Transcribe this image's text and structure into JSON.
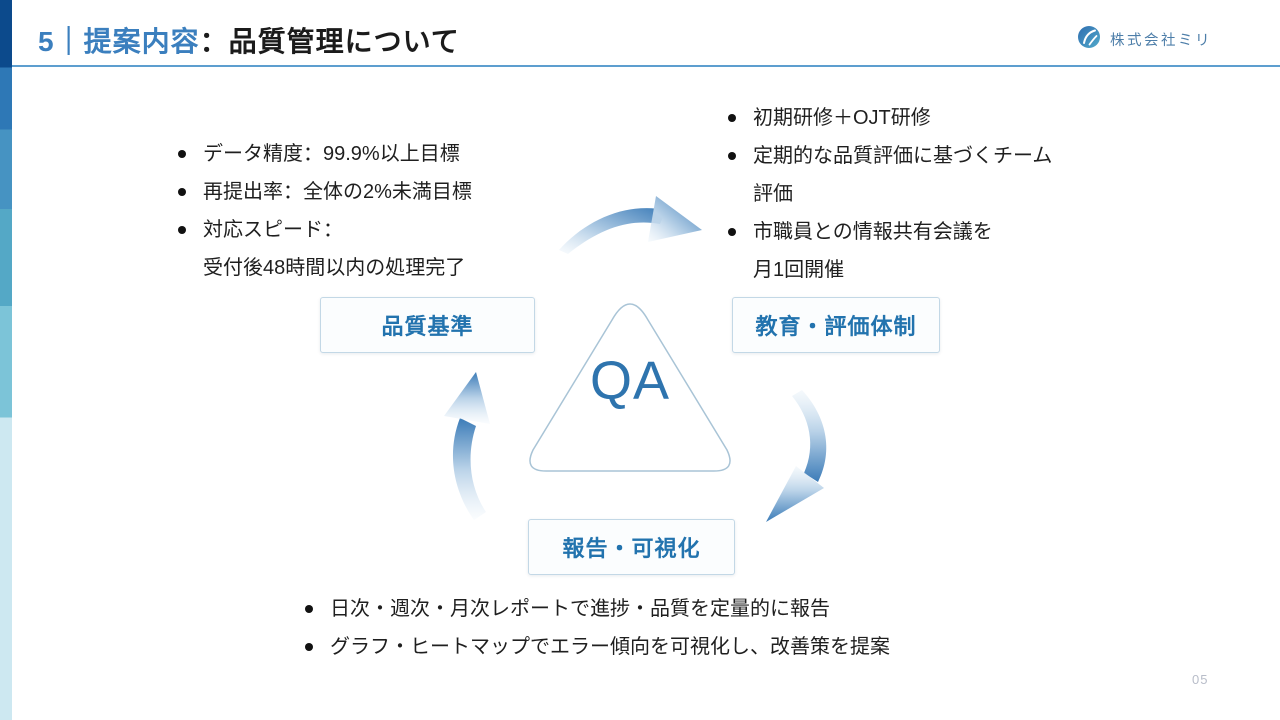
{
  "header": {
    "slide_number": "5",
    "separator": "｜",
    "section_label": "提案内容",
    "title_colon": "：",
    "title": "品質管理について",
    "company_name": "株式会社ミリ"
  },
  "kpi_list": {
    "items": [
      {
        "text": "データ精度：99.9%以上目標"
      },
      {
        "text": "再提出率：全体の2%未満目標"
      },
      {
        "text": "対応スピード："
      },
      {
        "text": "受付後48時間以内の処理完了"
      }
    ]
  },
  "training_list": {
    "items": [
      {
        "text": "初期研修＋OJT研修"
      },
      {
        "text": "定期的な品質評価に基づくチーム"
      },
      {
        "text": "評価"
      },
      {
        "text": "市職員との情報共有会議を"
      },
      {
        "text": "月1回開催"
      }
    ]
  },
  "reporting_list": {
    "items": [
      {
        "text": "日次・週次・月次レポートで進捗・品質を定量的に報告"
      },
      {
        "text": "グラフ・ヒートマップでエラー傾向を可視化し、改善策を提案"
      }
    ]
  },
  "diagram": {
    "center_label": "QA",
    "node_quality_label": "品質基準",
    "node_training_label": "教育・評価体制",
    "node_reporting_label": "報告・可視化"
  },
  "footer": {
    "page_number": "05"
  },
  "colors": {
    "accent_blue": "#3b7fbe",
    "navy": "#0c4a8c",
    "node_text_blue": "#2273ae",
    "qa_blue": "#2e74ae",
    "arrow_blue": "#3c7cb8",
    "body_text": "#1f1f1f",
    "rail_light": "#cde8f1"
  }
}
